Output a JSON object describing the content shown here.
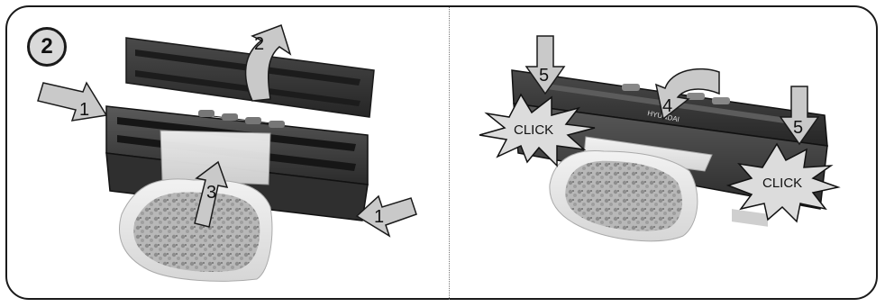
{
  "step": {
    "number": "2"
  },
  "left_panel": {
    "arrows": [
      {
        "label": "1"
      },
      {
        "label": "2"
      },
      {
        "label": "3"
      },
      {
        "label": "1"
      }
    ]
  },
  "right_panel": {
    "arrows": [
      {
        "label": "5"
      },
      {
        "label": "4"
      },
      {
        "label": "5"
      }
    ],
    "bursts": [
      {
        "text": "CLICK"
      },
      {
        "text": "CLICK"
      }
    ]
  },
  "brand_text": "HYUNDAI"
}
